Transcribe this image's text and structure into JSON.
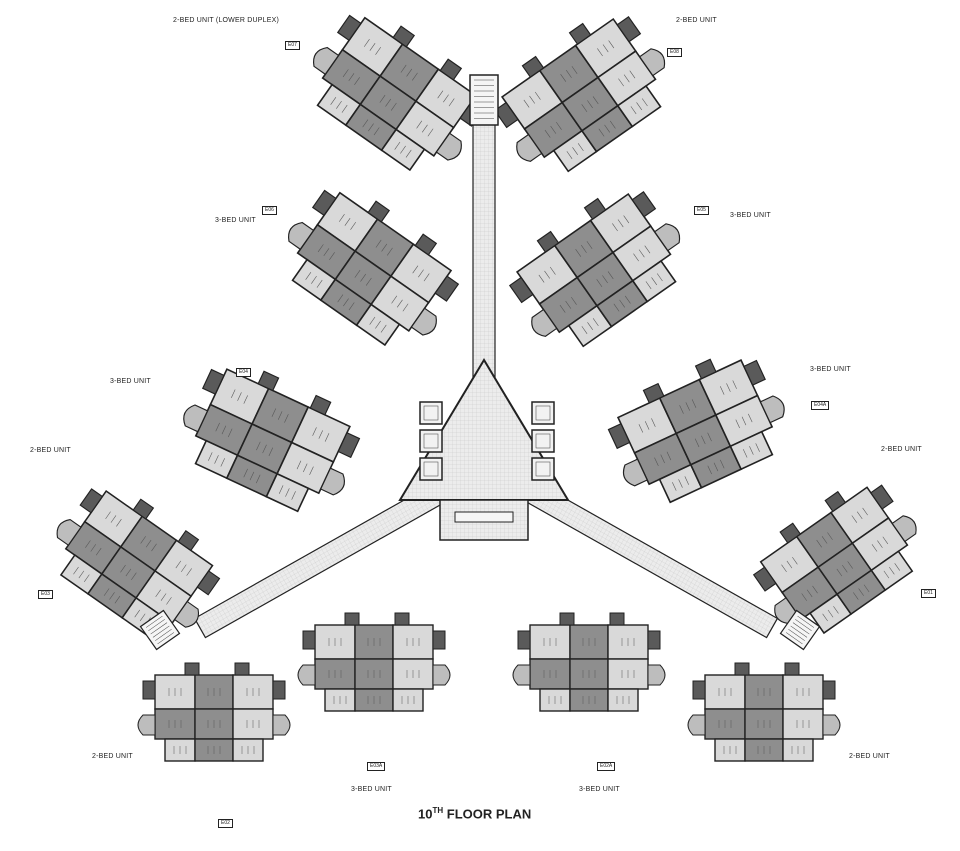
{
  "title": {
    "prefix": "10",
    "sup": "TH",
    "rest": " FLOOR PLAN"
  },
  "unit_labels": {
    "duplex": "2-BED UNIT (LOWER DUPLEX)",
    "two_bed": "2-BED UNIT",
    "three_bed": "3-BED UNIT"
  },
  "unit_codes": [
    "E07",
    "E08",
    "E06",
    "E05",
    "E04",
    "E04A",
    "E03",
    "E01",
    "E02",
    "E03A",
    "E02A"
  ],
  "colors": {
    "dark_room": "#8e8e8e",
    "light_room": "#d9d9d9",
    "corridor": "#e9e9e9",
    "wall": "#222222",
    "balcony": "#5a5a5a"
  }
}
